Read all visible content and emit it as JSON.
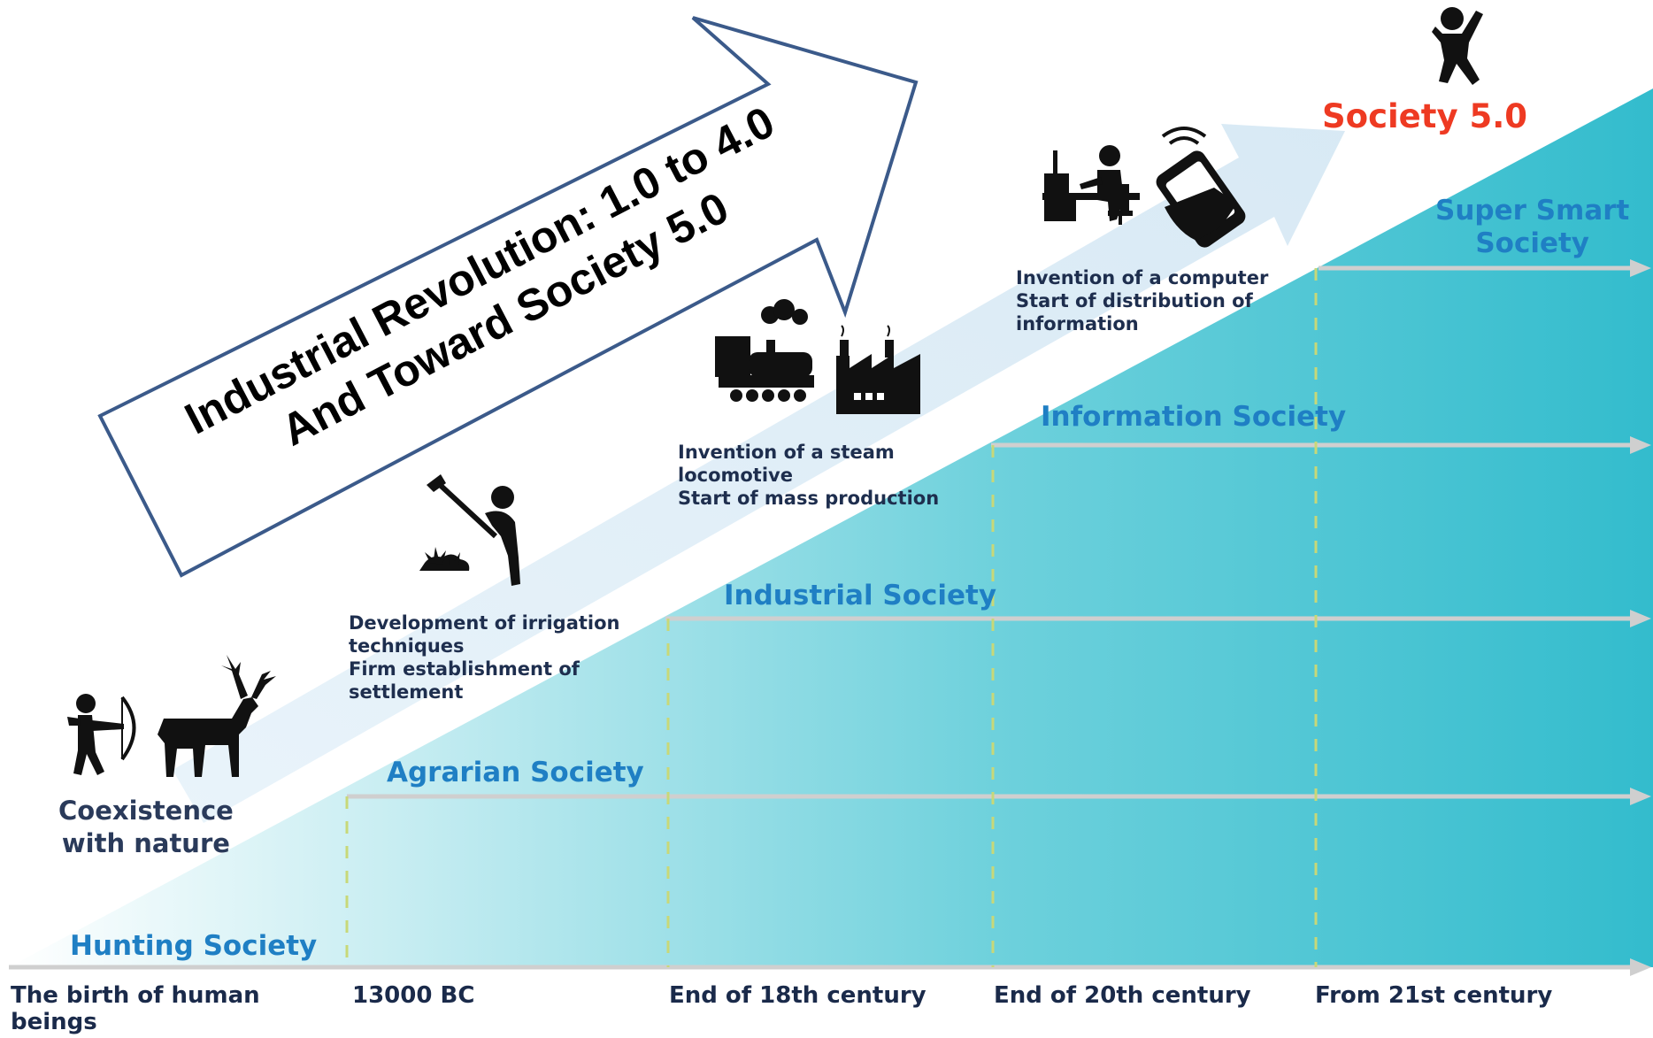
{
  "title": {
    "line1": "Industrial Revolution: 1.0 to 4.0",
    "line2": "And Toward Society 5.0"
  },
  "eras": [
    {
      "label": "Hunting Society"
    },
    {
      "label": "Agrarian Society"
    },
    {
      "label": "Industrial Society"
    },
    {
      "label": "Information Society"
    },
    {
      "label": "Super Smart",
      "label2": "Society"
    }
  ],
  "timeline": [
    {
      "label": "The birth of human",
      "label2": "beings"
    },
    {
      "label": "13000 BC"
    },
    {
      "label": "End of 18th century"
    },
    {
      "label": "End of 20th century"
    },
    {
      "label": "From 21st century"
    }
  ],
  "milestones": {
    "hunting": {
      "line1": "Coexistence",
      "line2": "with nature"
    },
    "agrarian": {
      "line1": "Development of irrigation",
      "line2": "techniques",
      "line3": "Firm establishment of",
      "line4": "settlement"
    },
    "industrial": {
      "line1": "Invention of a steam",
      "line2": "locomotive",
      "line3": "Start of mass production"
    },
    "information": {
      "line1": "Invention of a computer",
      "line2": "Start of distribution of",
      "line3": "information"
    }
  },
  "society50": "Society 5.0",
  "colors": {
    "era_text": "#1f7fc4",
    "society50": "#ee3a22",
    "ramp_light": "#dff4f7",
    "ramp_dark": "#3dbfcf",
    "title_arrow_border": "#3b5a8a"
  },
  "icons": [
    "archer-icon",
    "deer-icon",
    "farmer-icon",
    "train-icon",
    "factory-icon",
    "computer-desk-icon",
    "smartphone-icon",
    "jumping-person-icon"
  ]
}
